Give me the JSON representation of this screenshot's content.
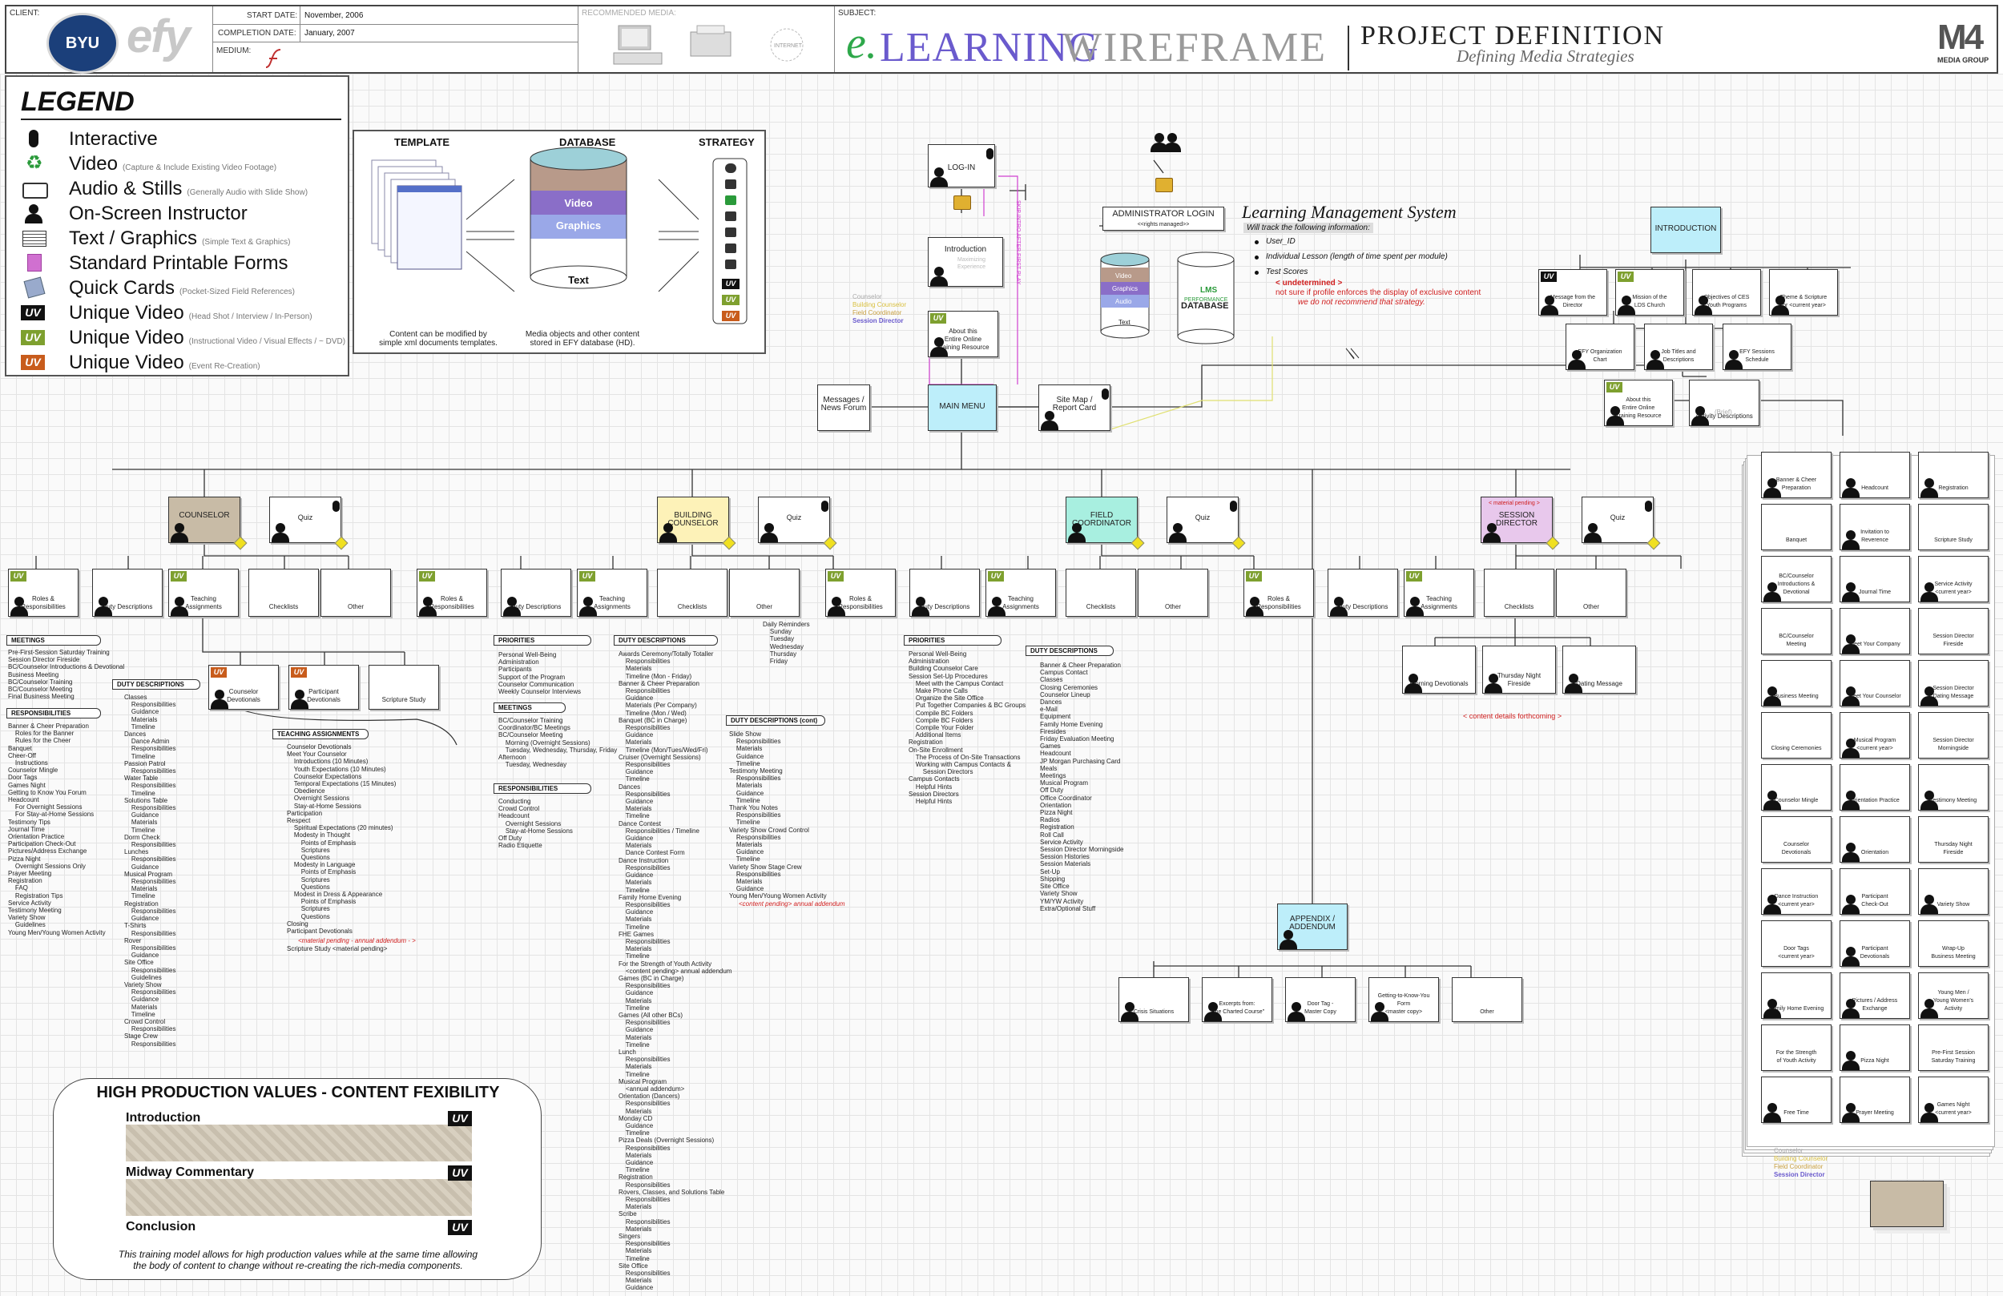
{
  "header": {
    "client_label": "CLIENT:",
    "seal_text": "BYU",
    "efy_text": "efy",
    "start_label": "START DATE:",
    "start_value": "November, 2006",
    "completion_label": "COMPLETION DATE:",
    "completion_value": "January, 2007",
    "medium_label": "MEDIUM:",
    "recommended_label": "RECOMMENDED MEDIA:",
    "subject_label": "SUBJECT:",
    "title_e": "e.",
    "title_learning": "LEARNING",
    "title_wireframe": "WIREFRAME",
    "title_project": "PROJECT DEFINITION",
    "title_sub": "Defining Media Strategies",
    "m4_label": "MEDIA GROUP",
    "internet_label": "INTERNET"
  },
  "legend": {
    "title": "LEGEND",
    "items": [
      {
        "label": "Interactive",
        "sub": ""
      },
      {
        "label": "Video",
        "sub": "(Capture & Include Existing Video Footage)"
      },
      {
        "label": "Audio & Stills",
        "sub": "(Generally Audio with Slide Show)"
      },
      {
        "label": "On-Screen Instructor",
        "sub": ""
      },
      {
        "label": "Text / Graphics",
        "sub": "(Simple Text & Graphics)"
      },
      {
        "label": "Standard Printable Forms",
        "sub": ""
      },
      {
        "label": "Quick Cards",
        "sub": "(Pocket-Sized Field References)"
      },
      {
        "label": "Unique Video",
        "sub": "(Head Shot / Interview / In-Person)"
      },
      {
        "label": "Unique Video",
        "sub": "(Instructional Video / Visual Effects / ~ DVD)"
      },
      {
        "label": "Unique Video",
        "sub": "(Event Re-Creation)"
      }
    ],
    "uv": "UV"
  },
  "panel": {
    "template": "TEMPLATE",
    "database": "DATABASE",
    "strategy": "STRATEGY",
    "layers": [
      "Video",
      "Graphics",
      "Audio",
      "Text"
    ],
    "cap_template": "Content can be modified by\nsimple xml documents templates.",
    "cap_database": "Media objects and other content\nstored in EFY database (HD)."
  },
  "lms": {
    "title": "Learning Management System",
    "sub": "Will track the following information:",
    "items": [
      "User_ID",
      "Individual Lesson (length of time spent per module)",
      "Test Scores"
    ],
    "undetermined": "< undetermined >",
    "note1": "not sure if profile enforces the display of exclusive content",
    "note2": "we do not recommend that strategy.",
    "db_label": "LMS",
    "db_sub": "PERFORMANCE",
    "db_title": "DATABASE",
    "mini_layers": [
      "Video",
      "Graphics",
      "Audio",
      "Text"
    ]
  },
  "nodes": {
    "login": "LOG-IN",
    "admin": "ADMINISTRATOR LOGIN",
    "admin_sub": "<<rights managed>>",
    "intro": "Introduction",
    "intro_sub": "Maximizing\nExperience",
    "skip": "SKIP INTRO AFTER FIRST PLAY",
    "about": "About this\nEntire Online\nTraining Resource",
    "roles": [
      "Counselor",
      "Building Counselor",
      "Field Coordinator",
      "Session Director"
    ],
    "messages": "Messages /\nNews Forum",
    "main_menu": "MAIN MENU",
    "sitemap": "Site Map /\nReport Card",
    "introduction_r": "INTRODUCTION",
    "intro_children": [
      "Message from the\nDirector",
      "Mission of the\nLDS Church",
      "Objectives of CES\nYouth Programs",
      "Theme & Scripture\nfor <current year>"
    ],
    "intro_children2": [
      "EFY Organization\nChart",
      "Job Titles and\nDescriptions",
      "EFY Sessions\nSchedule"
    ],
    "about_r": "About this\nEntire Online\nTraining Resource",
    "activity": "Activity Descriptions",
    "activity_sub": "(Brief)",
    "counselor": "COUNSELOR",
    "building": "BUILDING\nCOUNSELOR",
    "field": "FIELD\nCOORDINATOR",
    "session": "SESSION\nDIRECTOR",
    "session_pending": "< material pending >",
    "quiz": "Quiz",
    "role_children": [
      "Roles &\nResponsibilities",
      "Duty Descriptions",
      "Teaching\nAssignments",
      "Checklists",
      "Other"
    ],
    "counselor_sub": [
      "Counselor\nDevotionals",
      "Participant\nDevotionals",
      "Scripture Study"
    ],
    "session_sub": [
      "Morning Devotionals",
      "Thursday Night\nFireside",
      "Dating Message"
    ],
    "content_forthcoming": "< content details forthcoming >",
    "appendix": "APPENDIX /\nADDENDUM",
    "appendix_children": [
      "Crisis Situations",
      "Excerpts from:\n\"The Charted Course\"",
      "Door Tag -\nMaster Copy",
      "Getting-to-Know-You\nForm\n<master copy>",
      "Other"
    ]
  },
  "sections": {
    "meetings": "MEETINGS",
    "responsibilities": "RESPONSIBILITIES",
    "duty_descriptions": "DUTY DESCRIPTIONS",
    "teaching_assignments": "TEACHING ASSIGNMENTS",
    "priorities": "PRIORITIES",
    "duty_cont": "DUTY DESCRIPTIONS (cont)"
  },
  "texts": {
    "c_meetings": "Pre-First-Session Saturday Training\nSession Director Fireside\nBC/Counselor Introductions & Devotional\nBusiness Meeting\nBC/Counselor Training\nBC/Counselor Meeting\nFinal Business Meeting",
    "c_resp": "Banner & Cheer Preparation\n    Roles for the Banner\n    Rules for the Cheer\nBanquet\nCheer-Off\n    Instructions\nCounselor Mingle\nDoor Tags\nGames Night\nGetting to Know You Forum\nHeadcount\n    For Overnight Sessions\n    For Stay-at-Home Sessions\nTestimony Tips\nJournal Time\nOrientation Practice\nParticipation Check-Out\nPictures/Address Exchange\nPizza Night\n    Overnight Sessions Only\nPrayer Meeting\nRegistration\n    FAQ\n    Registration Tips\nService Activity\nTestimony Meeting\nVariety Show\n    Guidelines\nYoung Men/Young Women Activity",
    "c_duty": "Classes\n    Responsibilities\n    Guidance\n    Materials\n    Timeline\nDances\n    Dance Admin\n    Responsibilities\n    Timeline\nPassion Patrol\n    Responsibilities\nWater Table\n    Responsibilities\n    Timeline\nSolutions Table\n    Responsibilities\n    Guidance\n    Materials\n    Timeline\nDorm Check\n    Responsibilities\nLunches\n    Responsibilities\n    Guidance\nMusical Program\n    Responsibilities\n    Materials\n    Timeline\nRegistration\n    Responsibilities\n    Guidance\nT-Shirts\n    Responsibilities\nRover\n    Responsibilities\n    Guidance\nSite Office\n    Responsibilities\n    Guidelines\nVariety Show\n    Responsibilities\n    Guidance\n    Materials\n    Timeline\nCrowd Control\n    Responsibilities\nStage Crew\n    Responsibilities",
    "c_teach": "Counselor Devotionals\nMeet Your Counselor\n    Introductions (10 Minutes)\n    Youth Expectations (10 Minutes)\n    Counselor Expectations\n    Temporal Expectations (15 Minutes)\n    Obedience\n    Overnight Sessions\n    Stay-at-Home Sessions\nParticipation\nRespect\n    Spiritual Expectations (20 minutes)\n    Modesty in Thought\n        Points of Emphasis\n        Scriptures\n        Questions\n    Modesty in Language\n        Points of Emphasis\n        Scriptures\n        Questions\n    Modest in Dress & Appearance\n        Points of Emphasis\n        Scriptures\n        Questions\nClosing\nParticipant Devotionals",
    "c_teach_pending": "<material pending - annual addendum - >",
    "c_teach_ss": "Scripture Study <material pending>",
    "b_prior": "Personal Well-Being\nAdministration\nParticipants\nSupport of the Program\nCounselor Communication\nWeekly Counselor Interviews",
    "b_meet": "BC/Counselor Training\nCoordinator/BC Meetings\nBC/Counselor Meeting\n    Morning (Overnight Sessions)\n    Tuesday, Wednesday, Thursday, Friday\nAfternoon\n    Tuesday, Wednesday",
    "b_resp": "Conducting\nCrowd Control\nHeadcount\n    Overnight Sessions\n    Stay-at-Home Sessions\nOff Duty\nRadio Etiquette",
    "b_duty": "Awards Ceremony/Totally Totaller\n    Responsibilities\n    Materials\n    Timeline (Mon - Friday)\nBanner & Cheer Preparation\n    Responsibilities\n    Guidance\n    Materials (Per Company)\n    Timeline (Mon / Wed)\nBanquet (BC in Charge)\n    Responsibilities\n    Guidance\n    Materials\n    Timeline (Mon/Tues/Wed/Fri)\nCruiser (Overnight Sessions)\n    Responsibilities\n    Guidance\n    Timeline\nDances\n    Responsibilities\n    Guidance\n    Materials\n    Timeline\nDance Contest\n    Responsibilities / Timeline\n    Guidance\n    Materials\n    Dance Contest Form\nDance Instruction\n    Responsibilities\n    Guidance\n    Materials\n    Timeline\nFamily Home Evening\n    Responsibilities\n    Guidance\n    Materials\n    Timeline\nFHE Games\n    Responsibilities\n    Materials\n    Timeline\nFor the Strength of Youth Activity\n    <content pending> annual addendum\nGames (BC in Charge)\n    Responsibilities\n    Guidance\n    Materials\n    Timeline\nGames (All other BCs)\n    Responsibilities\n    Guidance\n    Materials\n    Timeline\nLunch\n    Responsibilities\n    Materials\n    Timeline\nMusical Program\n    <annual addendum>\nOrientation (Dancers)\n    Responsibilities\n    Materials\nMonday CD\n    Guidance\n    Timeline\nPizza Deals (Overnight Sessions)\n    Responsibilities\n    Materials\n    Guidance\n    Timeline\nRegistration\n    Responsibilities\nRovers, Classes, and Solutions Table\n    Responsibilities\n    Materials\nScribe\n    Responsibilities\n    Materials\nSingers\n    Responsibilities\n    Materials\n    Timeline\nSite Office\n    Responsibilities\n    Materials\n    Guidance",
    "b_daily": "Daily Reminders\n    Sunday\n    Tuesday\n    Wednesday\n    Thursday\n    Friday",
    "b_cont": "Slide Show\n    Responsibilities\n    Materials\n    Guidance\n    Timeline\nTestimony Meeting\n    Responsibilities\n    Materials\n    Guidance\n    Timeline\nThank You Notes\n    Responsibilities\n    Timeline\nVariety Show Crowd Control\n    Responsibilities\n    Materials\n    Guidance\n    Timeline\nVariety Show Stage Crew\n    Responsibilities\n    Materials\n    Guidance\nYoung Men/Young Women Activity",
    "b_cont_pending": "<content pending> annual addendum",
    "f_prior": "Personal Well-Being\nAdministration\nBuilding Counselor Care\nSession Set-Up Procedures\n    Meet with the Campus Contact\n    Make Phone Calls\n    Organize the Site Office\n    Put Together Companies & BC Groups\n    Compile BC Folders\n    Compile BC Folders\n    Compile Your Folder\n    Additional Items\nRegistration\nOn-Site Enrollment\n    The Process of On-Site Transactions\n    Working with Campus Contacts &\n        Session Directors\nCampus Contacts\n    Helpful Hints\nSession Directors\n    Helpful Hints",
    "f_duty": "Banner & Cheer Preparation\nCampus Contact\nClasses\nClosing Ceremonies\nCounselor Lineup\nDances\ne-Mail\nEquipment\nFamily Home Evening\nFiresides\nFriday Evaluation Meeting\nGames\nHeadcount\nJP Morgan Purchasing Card\nMeals\nMeetings\nMusical Program\nOff Duty\nOffice Coordinator\nOrientation\nPizza Night\nRadios\nRegistration\nRoll Call\nService Activity\nSession Director Morningside\nSession Histories\nSession Materials\nSet-Up\nShipping\nSite Office\nVariety Show\nYM/YW Activity\nExtra/Optional Stuff"
  },
  "activities": [
    [
      "Banner & Cheer\nPreparation",
      "Headcount",
      "Registration"
    ],
    [
      "Banquet",
      "Invitation to\nReverence",
      "Scripture Study"
    ],
    [
      "BC/Counselor\nIntroductions &\nDevotional",
      "Journal Time",
      "Service Activity\n<current year>"
    ],
    [
      "BC/Counselor\nMeeting",
      "Meet Your Company",
      "Session Director\nFireside"
    ],
    [
      "Business Meeting",
      "Meet Your Counselor",
      "Session Director\nDating Message"
    ],
    [
      "Closing Ceremonies",
      "Musical Program\n<current year>",
      "Session Director\nMorningside"
    ],
    [
      "Counselor Mingle",
      "Orientation Practice",
      "Testimony Meeting"
    ],
    [
      "Counselor\nDevotionals",
      "Orientation",
      "Thursday Night\nFireside"
    ],
    [
      "Dance Instruction\n<current year>",
      "Participant\nCheck-Out",
      "Variety Show"
    ],
    [
      "Door Tags\n<current year>",
      "Participant\nDevotionals",
      "Wrap-Up\nBusiness Meeting"
    ],
    [
      "Family Home Evening",
      "Pictures / Address\nExchange",
      "Young Men /\nYoung Women's\nActivity"
    ],
    [
      "For the Strength\nof Youth Activity",
      "Pizza Night",
      "Pre-First Session\nSaturday Training"
    ],
    [
      "Free Time",
      "Prayer Meeting",
      "Games Night\n<current year>"
    ]
  ],
  "bottom_roles": [
    "Counselor",
    "Building Counselor",
    "Field Coordinator",
    "Session Director"
  ],
  "high_production": {
    "title": "HIGH PRODUCTION VALUES - CONTENT FEXIBILITY",
    "rows": [
      "Introduction",
      "Midway Commentary",
      "Conclusion"
    ],
    "caption": "This training model allows for high production values while at the same time allowing\nthe body of content to change without re-creating the rich-media components."
  },
  "colors": {
    "counselor": "#c8bba6",
    "building": "#fdf2b8",
    "field": "#a8efe0",
    "session": "#e8c8ec",
    "intro": "#bdeefa",
    "appendix": "#bdeefa",
    "main": "#bdeefa"
  }
}
